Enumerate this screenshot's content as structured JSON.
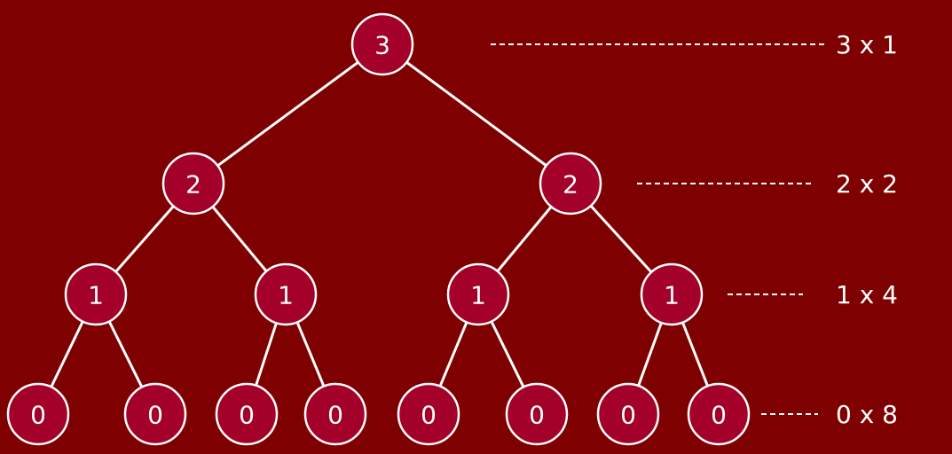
{
  "tree": {
    "levels": [
      {
        "node_labels": [
          "3"
        ],
        "annotation": "3 x 1"
      },
      {
        "node_labels": [
          "2",
          "2"
        ],
        "annotation": "2 x 2"
      },
      {
        "node_labels": [
          "1",
          "1",
          "1",
          "1"
        ],
        "annotation": "1 x 4"
      },
      {
        "node_labels": [
          "0",
          "0",
          "0",
          "0",
          "0",
          "0",
          "0",
          "0"
        ],
        "annotation": "0 x 8"
      }
    ]
  },
  "colors": {
    "background": "#7f0000",
    "node_fill": "#a3002a",
    "stroke": "#ffffff",
    "text": "#ffffff"
  }
}
